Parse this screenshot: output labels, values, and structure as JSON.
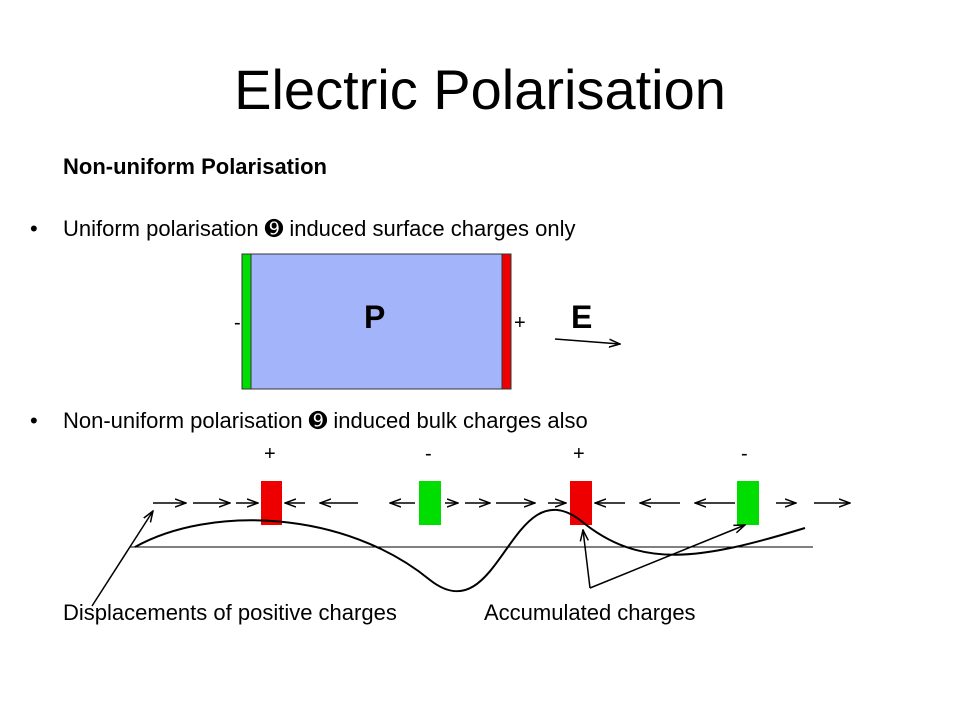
{
  "slide": {
    "title": "Electric Polarisation",
    "subtitle": "Non-uniform Polarisation"
  },
  "bullets": [
    {
      "symbol": "•",
      "arrow_glyph": "➒",
      "before": "Uniform polarisation",
      "after": "induced surface charges only"
    },
    {
      "symbol": "•",
      "arrow_glyph": "➒",
      "before": "Non-uniform polarisation",
      "after": "induced bulk charges also"
    }
  ],
  "uniform_diagram": {
    "block_label": "P",
    "field_label": "E",
    "left_charge": "-",
    "right_charge": "+",
    "colors": {
      "block": "#a4b4fb",
      "negative": "#00dd00",
      "positive": "#ee0000"
    }
  },
  "nonuniform_diagram": {
    "signs": [
      "+",
      "-",
      "+",
      "-"
    ],
    "caption_displacements": "Displacements of positive charges",
    "caption_accumulated": "Accumulated charges"
  }
}
